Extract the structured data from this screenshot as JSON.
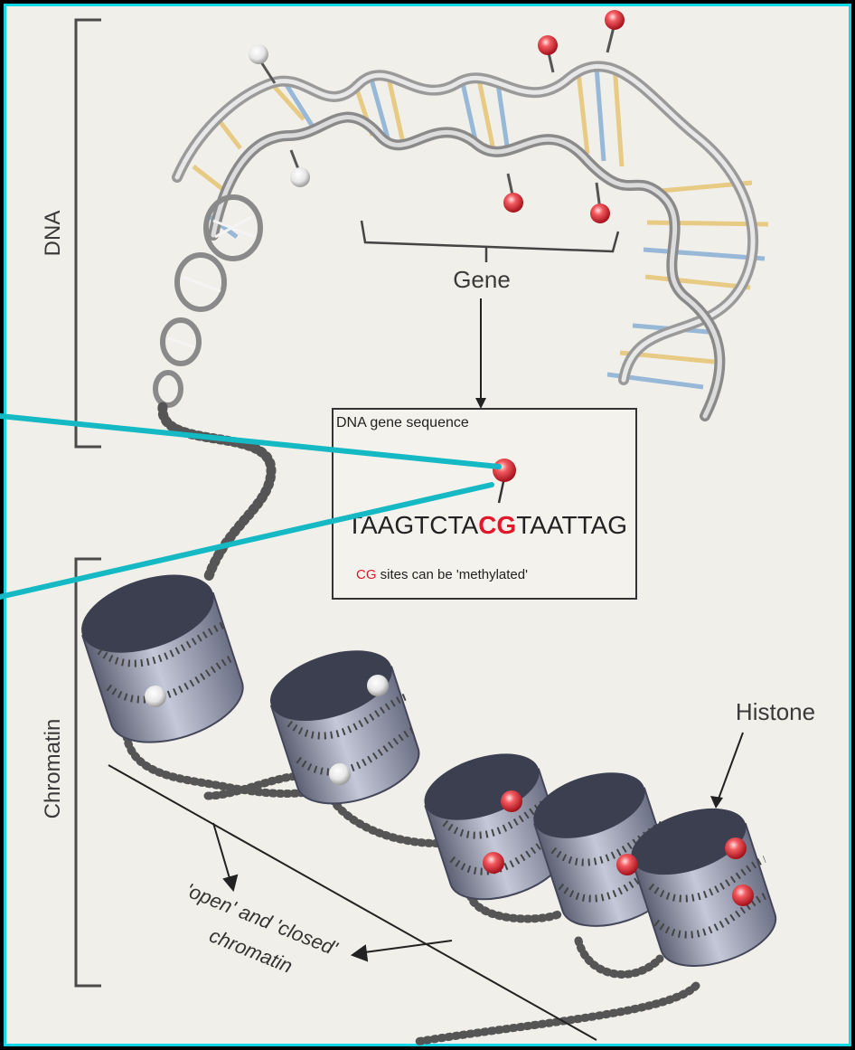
{
  "labels": {
    "dna": "DNA",
    "chromatin": "Chromatin",
    "gene": "Gene",
    "histone": "Histone",
    "box_title": "DNA gene sequence",
    "seq_before": "TAAGTCTA",
    "seq_cg": "CG",
    "seq_after": "TAATTAG",
    "note_cg": "CG",
    "note_rest": " sites can be 'methylated'",
    "oc_line1": "'open' and 'closed'",
    "oc_line2": "chromatin"
  },
  "colors": {
    "frame": "#11d6e6",
    "background": "#f1efe9",
    "methyl": "#e0182a",
    "pointer_line": "#14b9c4",
    "histone": "#8f93a6"
  }
}
